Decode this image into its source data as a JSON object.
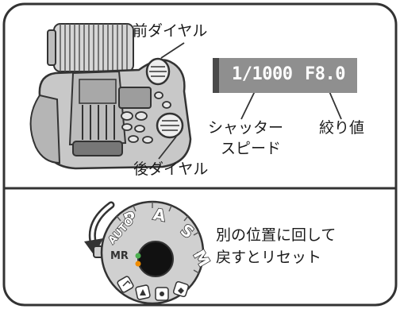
{
  "labels": {
    "front_dial": "前ダイヤル",
    "rear_dial": "後ダイヤル",
    "shutter_speed_line1": "シャッター",
    "shutter_speed_line2": "スピード",
    "aperture": "絞り値",
    "reset_line1": "別の位置に回して",
    "reset_line2": "戻すとリセット"
  },
  "lcd": {
    "shutter_value": "1/1000",
    "aperture_value": "F8.0"
  },
  "mode_dial": {
    "modes": [
      "S",
      "M",
      "A",
      "P",
      "AUTO",
      "MR"
    ]
  },
  "colors": {
    "border": "#333333",
    "lcd_background": "#8f8f8f",
    "lcd_bar": "#4a4a4a",
    "camera_body": "#c8c8c8",
    "mode_indicator_green": "#4caf50",
    "mode_indicator_orange": "#f08c00"
  }
}
